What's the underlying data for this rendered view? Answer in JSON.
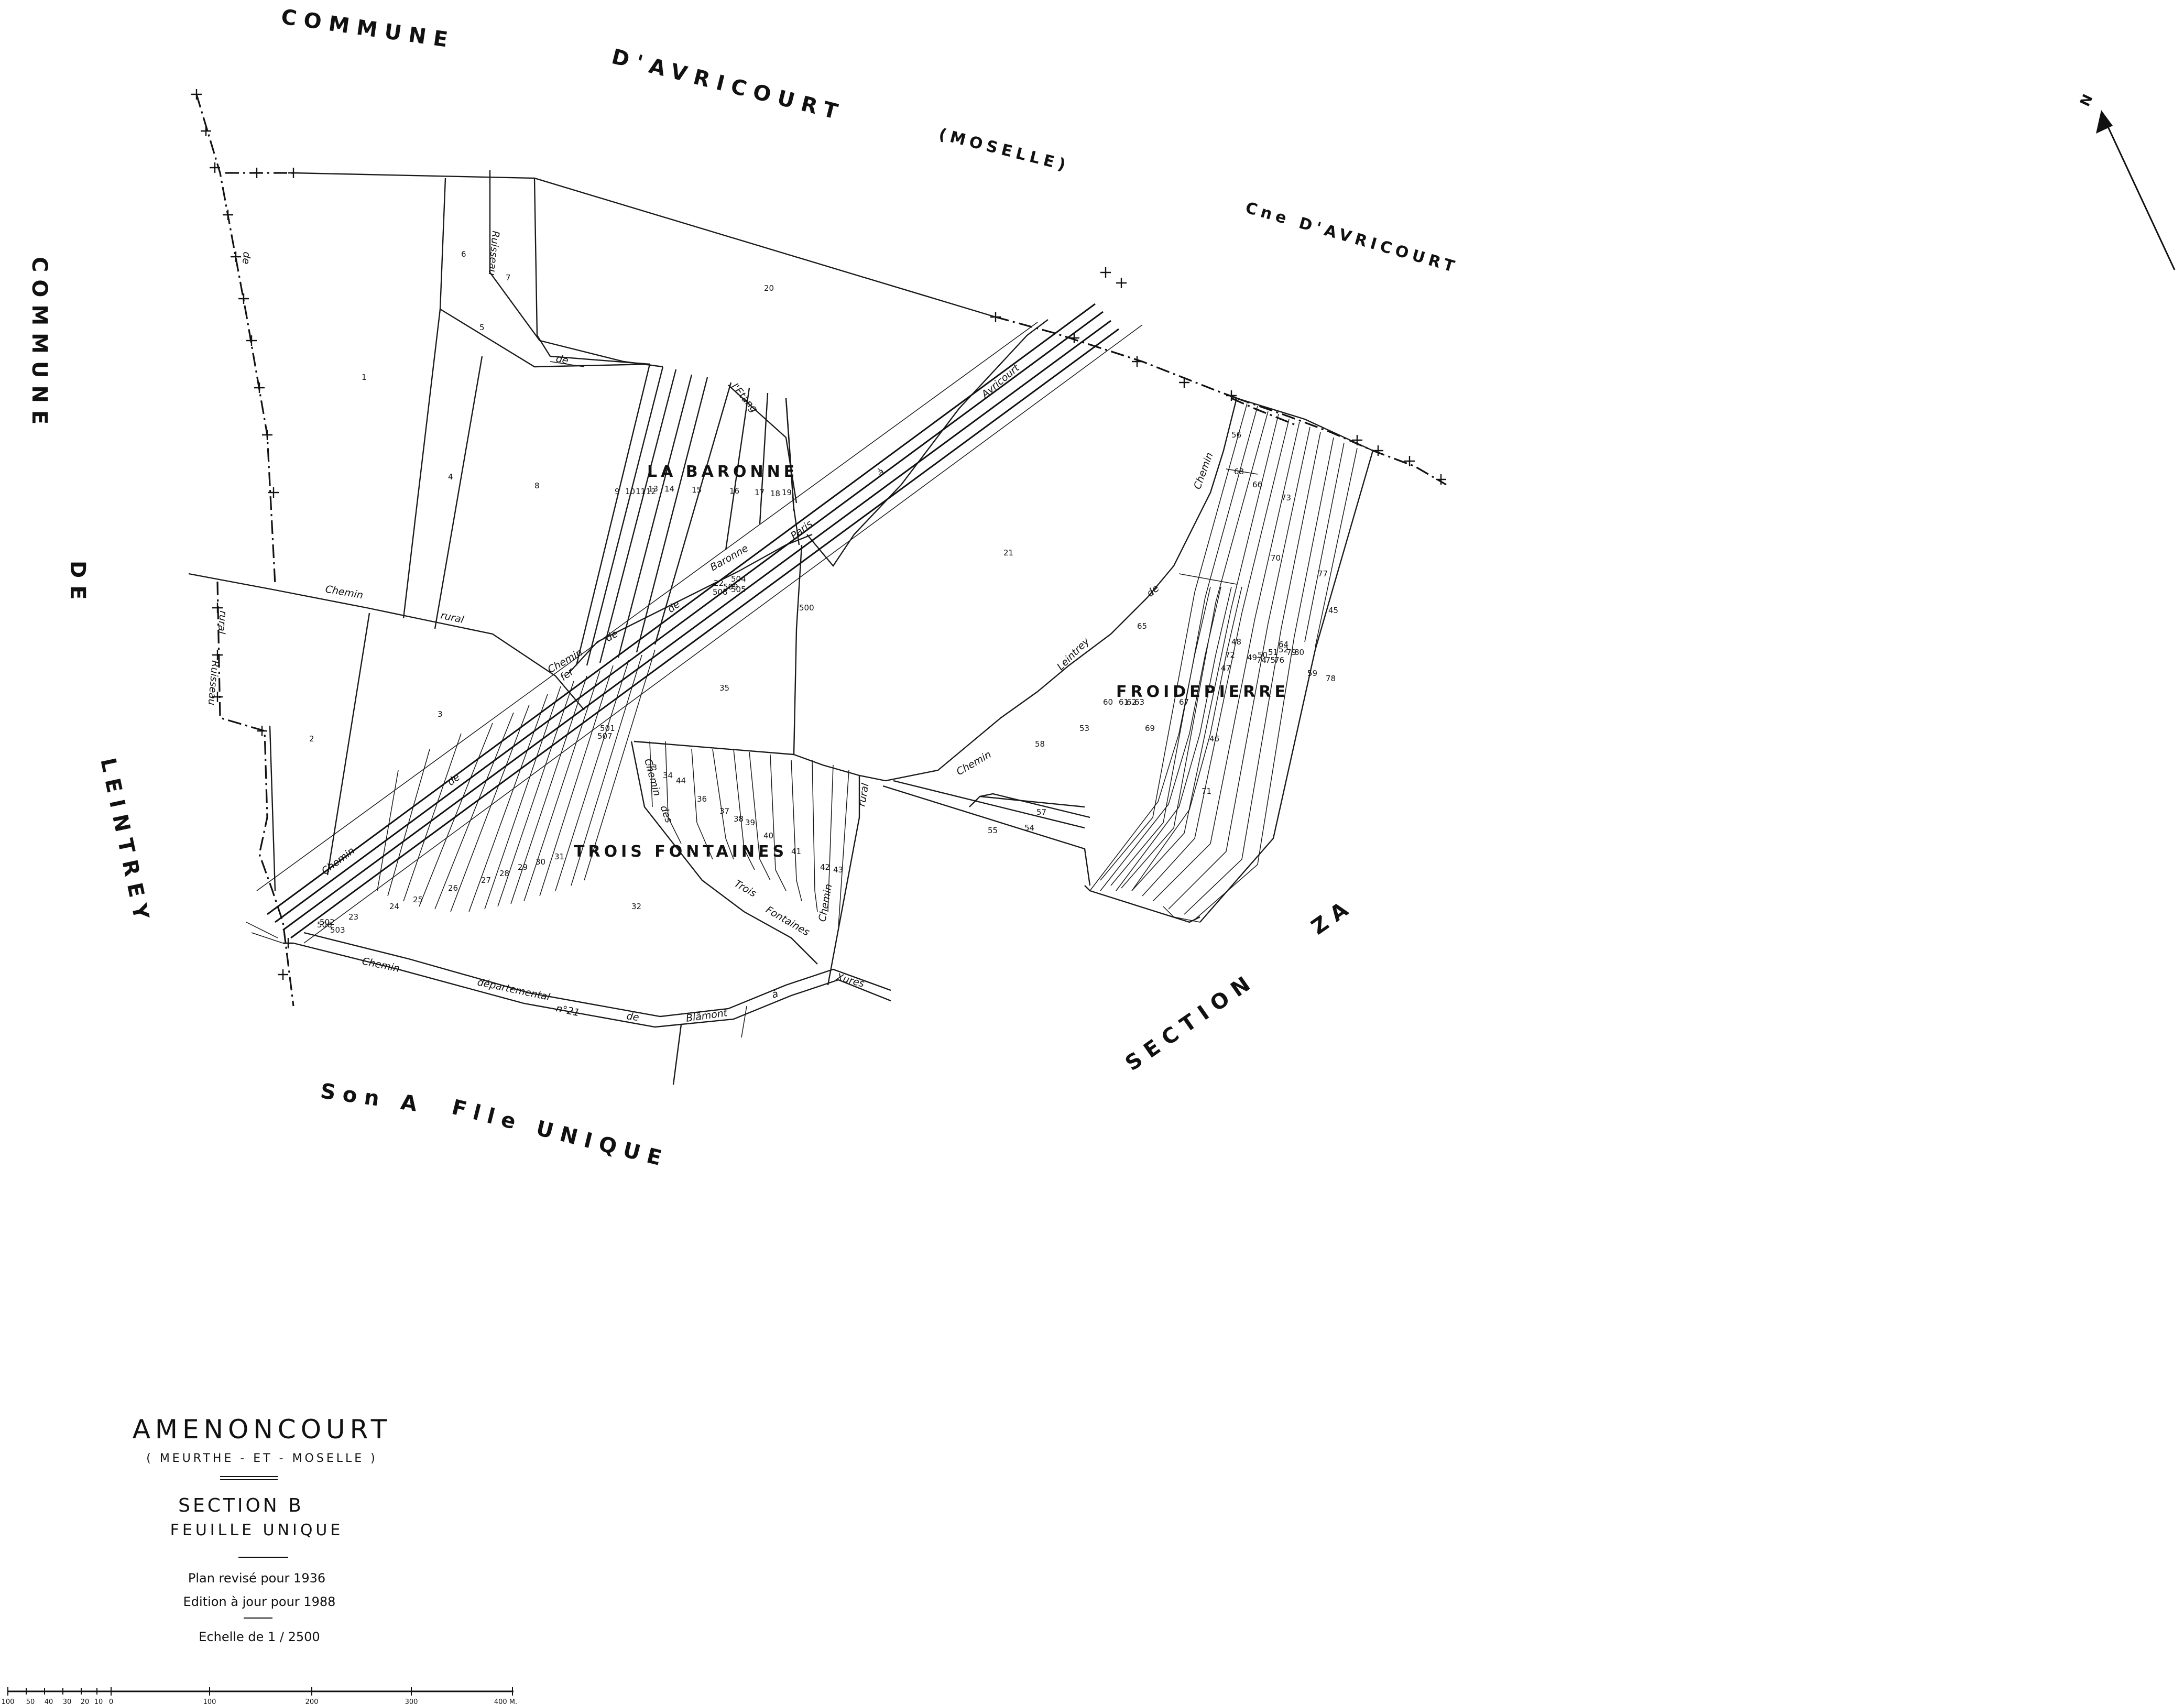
{
  "boundaries": {
    "north": [
      "COMMUNE",
      "D'AVRICOURT",
      "(MOSELLE)"
    ],
    "north_east": "Cne D'AVRICOURT",
    "west": [
      "COMMUNE",
      "DE",
      "LEINTREY"
    ],
    "south": [
      "Son A",
      "Flle UNIQUE"
    ],
    "south_east": [
      "SECTION",
      "ZA"
    ]
  },
  "localities": [
    {
      "name": "LA BARONNE"
    },
    {
      "name": "TROIS FONTAINES"
    },
    {
      "name": "FROIDEPIERRE"
    }
  ],
  "roads": [
    "Chemin",
    "de",
    "fer",
    "de",
    "Paris",
    "à",
    "Avricourt",
    "Chemin",
    "rural",
    "Chemin",
    "de",
    "Baronne",
    "l'Etang",
    "Ruisseau",
    "de",
    "Chemin",
    "de",
    "Leintrey",
    "Chemin",
    "rural",
    "Chemin",
    "départemental",
    "n°21",
    "de",
    "Blâmont",
    "à",
    "Xures",
    "Chemin",
    "des",
    "Trois",
    "Fontaines",
    "Ruisseau",
    "Chemin",
    "rural",
    "de"
  ],
  "parcels": [
    "1",
    "2",
    "3",
    "4",
    "5",
    "6",
    "7",
    "8",
    "9",
    "10",
    "11",
    "12",
    "13",
    "14",
    "15",
    "16",
    "17",
    "18",
    "19",
    "20",
    "21",
    "22",
    "23",
    "24",
    "25",
    "26",
    "27",
    "28",
    "29",
    "30",
    "31",
    "32",
    "33",
    "34",
    "35",
    "36",
    "37",
    "38",
    "39",
    "40",
    "41",
    "42",
    "43",
    "44",
    "45",
    "46",
    "47",
    "48",
    "49",
    "50",
    "51",
    "52",
    "53",
    "54",
    "55",
    "56",
    "57",
    "58",
    "59",
    "60",
    "61",
    "62",
    "63",
    "64",
    "65",
    "66",
    "67",
    "68",
    "69",
    "70",
    "71",
    "72",
    "73",
    "74",
    "75",
    "76",
    "77",
    "78",
    "79",
    "80",
    "500",
    "501",
    "502",
    "503",
    "504",
    "505",
    "506",
    "507",
    "508",
    "509"
  ],
  "north_label": "N",
  "cartouche": {
    "commune": "AMENONCOURT",
    "departement": "( MEURTHE - ET - MOSELLE )",
    "section": "SECTION B",
    "feuille": "FEUILLE UNIQUE",
    "revision": "Plan revisé pour 1936",
    "edition": "Edition à jour pour 1988",
    "scale": "Echelle de 1 / 2500"
  },
  "scale_bar": {
    "ticks": [
      "100",
      "50",
      "40",
      "30",
      "20",
      "10",
      "0",
      "100",
      "200",
      "300",
      "400 M."
    ]
  }
}
